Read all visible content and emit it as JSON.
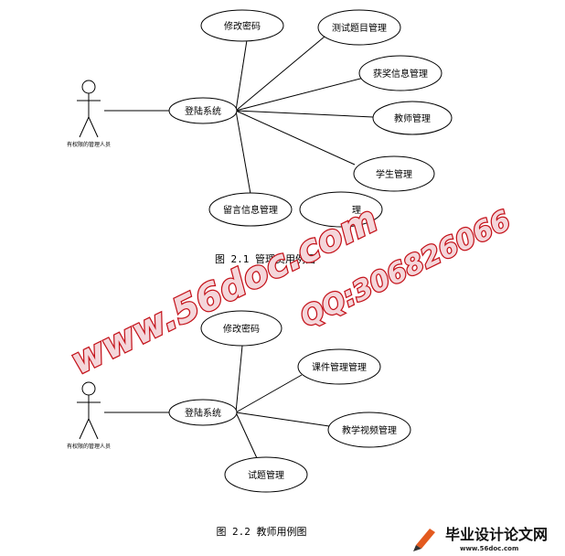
{
  "diagram1": {
    "actor": "有权限的管理人员",
    "center": "登陆系统",
    "cases": [
      "修改密码",
      "测试题目管理",
      "获奖信息管理",
      "教师管理",
      "学生管理",
      "留言信息管理",
      "理"
    ],
    "caption": "图 2.1 管理员用例图"
  },
  "diagram2": {
    "actor": "有权限的管理人员",
    "center": "登陆系统",
    "cases": [
      "修改密码",
      "课件管理管理",
      "教学视频管理",
      "试题管理"
    ],
    "caption": "图 2.2 教师用例图"
  },
  "watermark": {
    "site": "www.56doc.com",
    "qq": "QQ:306826066"
  },
  "logo": {
    "name": "毕业设计论文网",
    "url": "www.56doc.com"
  }
}
